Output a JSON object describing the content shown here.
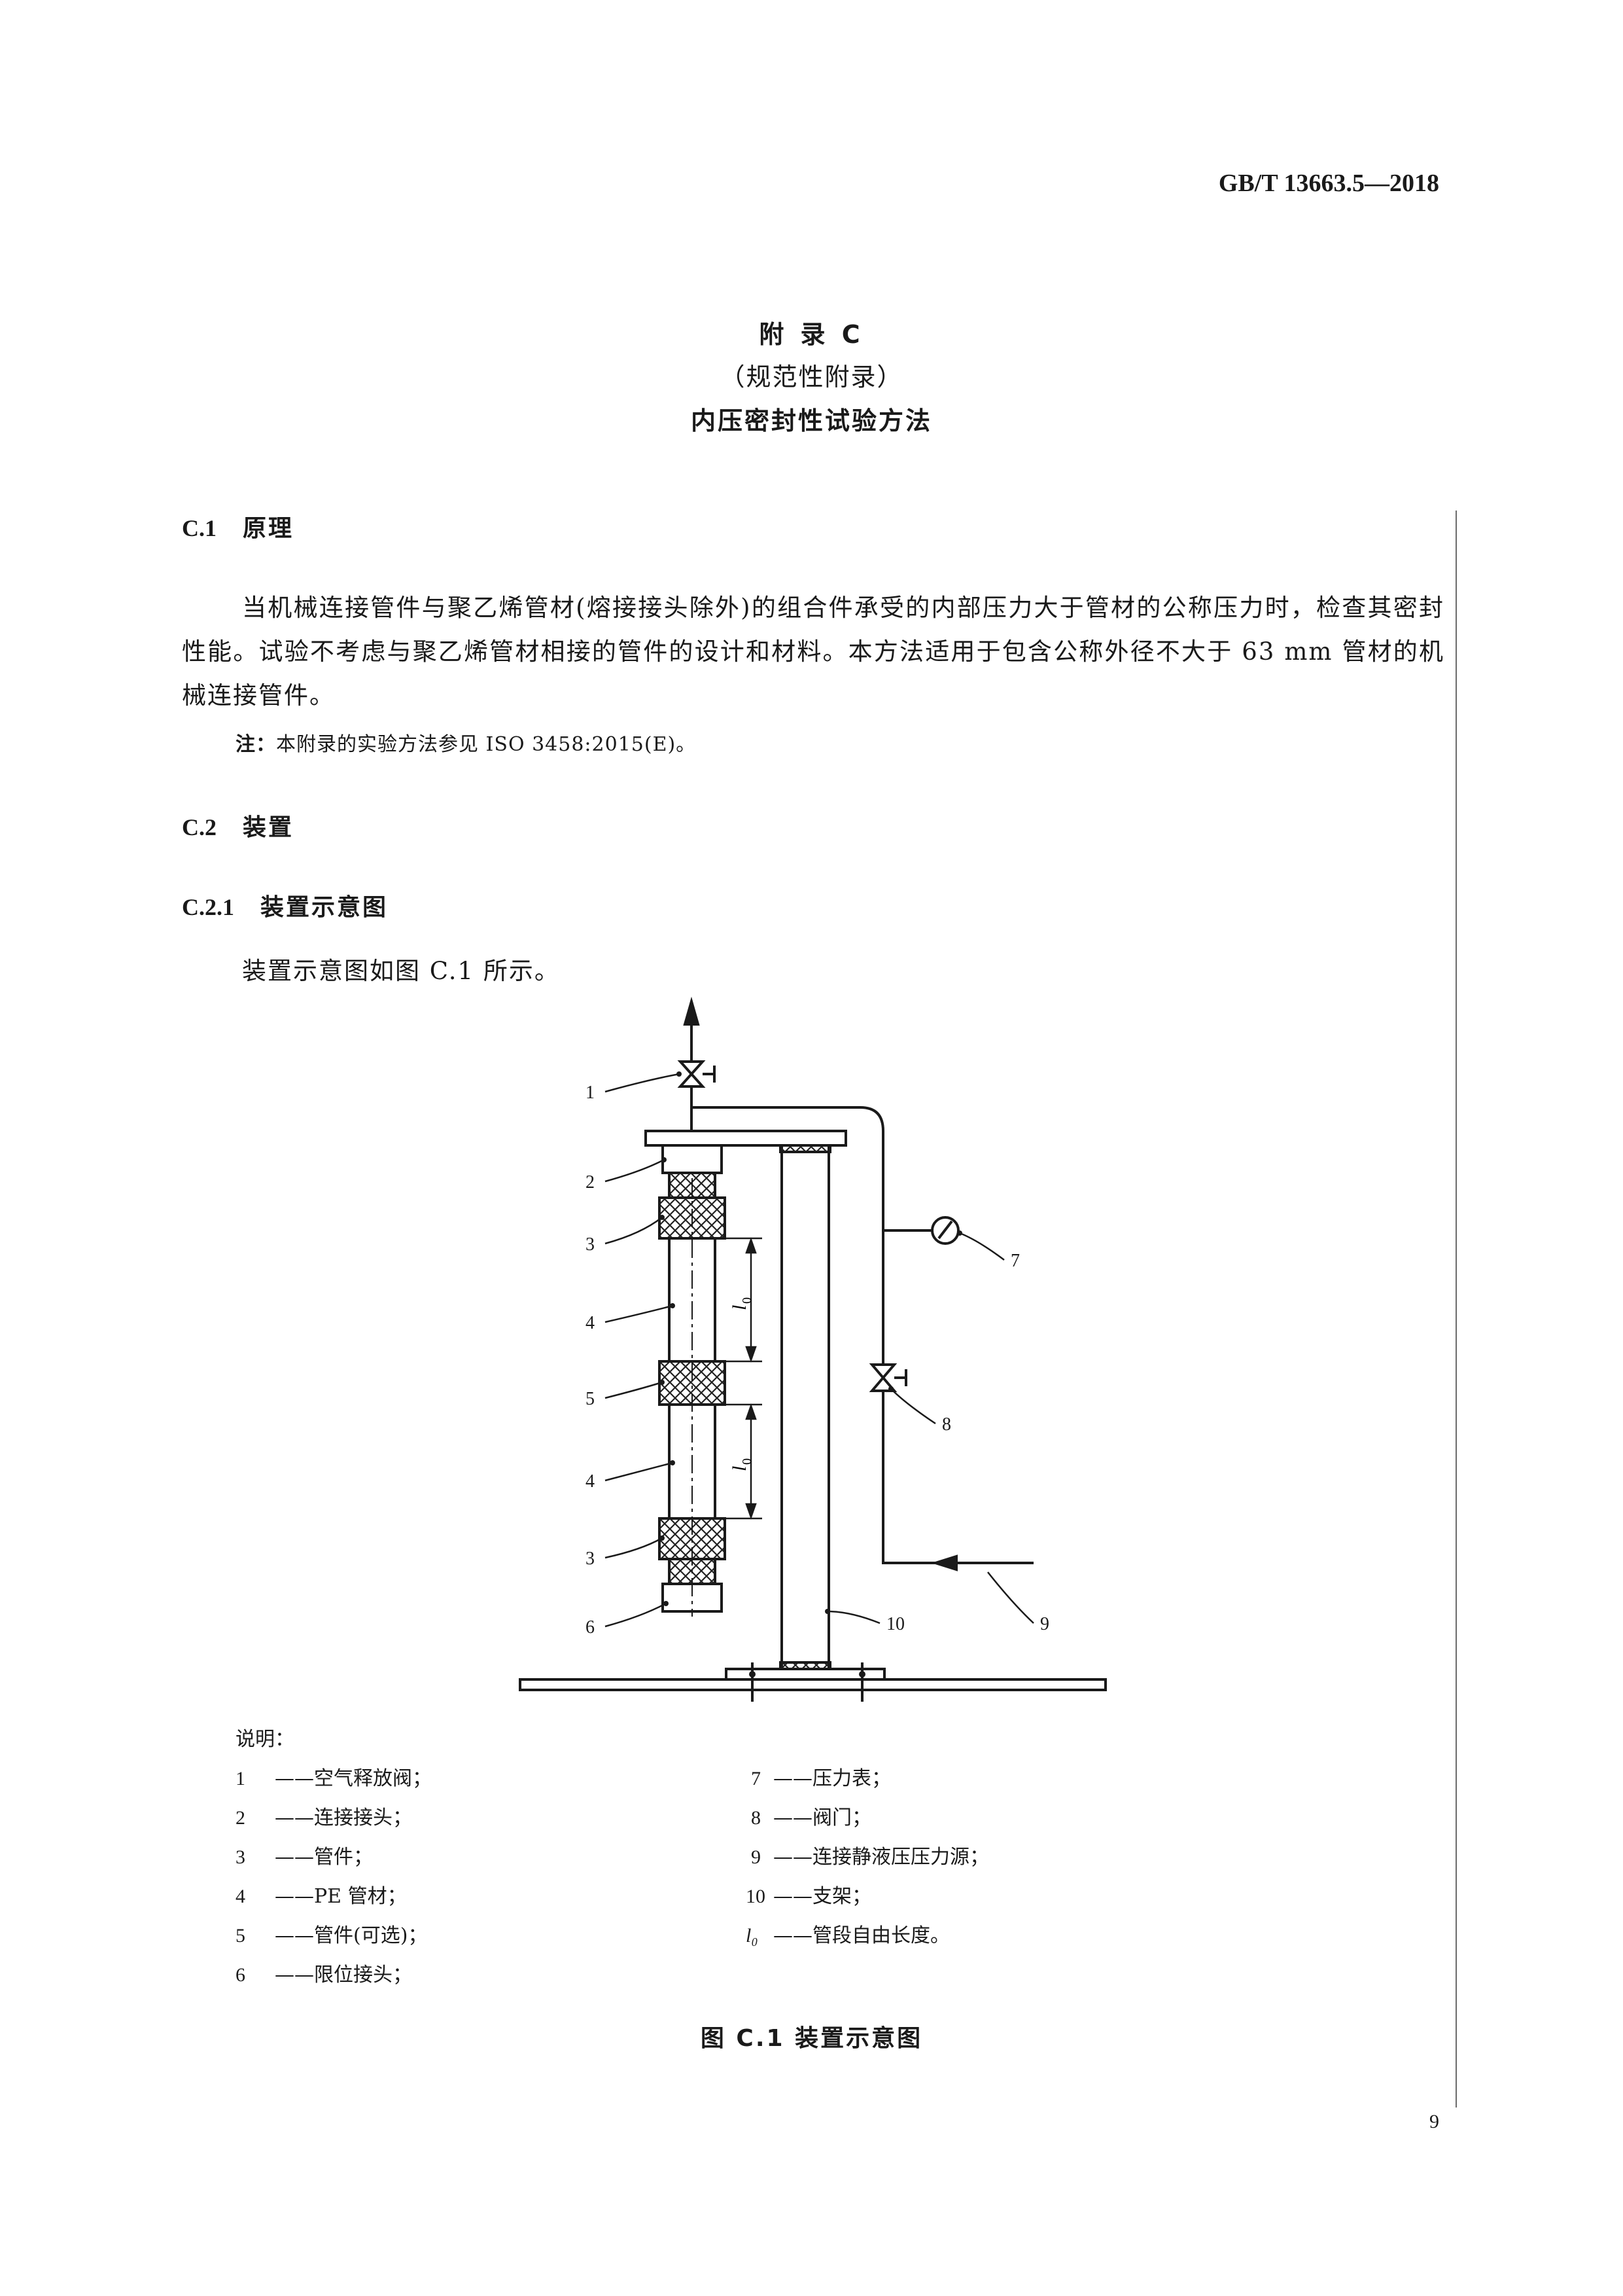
{
  "header": {
    "standard_code": "GB/T 13663.5—2018"
  },
  "annex": {
    "title": "附 录 C",
    "type": "（规范性附录）",
    "name": "内压密封性试验方法"
  },
  "sections": {
    "c1": {
      "number": "C.1",
      "title": "原理"
    },
    "c1_paragraph": "当机械连接管件与聚乙烯管材(熔接接头除外)的组合件承受的内部压力大于管材的公称压力时，检查其密封性能。试验不考虑与聚乙烯管材相接的管件的设计和材料。本方法适用于包含公称外径不大于 63 mm 管材的机械连接管件。",
    "c1_note_label": "注：",
    "c1_note_text": "本附录的实验方法参见 ISO 3458:2015(E)。",
    "c2": {
      "number": "C.2",
      "title": "装置"
    },
    "c21": {
      "number": "C.2.1",
      "title": "装置示意图"
    },
    "c21_paragraph": "装置示意图如图 C.1 所示。"
  },
  "figure": {
    "callouts": [
      "1",
      "2",
      "3",
      "4",
      "5",
      "4",
      "3",
      "6",
      "7",
      "8",
      "9",
      "10"
    ],
    "l0_symbol": "l",
    "l0_subscript": "0",
    "legend_title": "说明：",
    "legend_left": [
      {
        "key": "1",
        "text": "——空气释放阀；"
      },
      {
        "key": "2",
        "text": "——连接接头；"
      },
      {
        "key": "3",
        "text": "——管件；"
      },
      {
        "key": "4",
        "text": "——PE 管材；"
      },
      {
        "key": "5",
        "text": "——管件(可选)；"
      },
      {
        "key": "6",
        "text": "——限位接头；"
      }
    ],
    "legend_right": [
      {
        "key": "7",
        "text": "——压力表；"
      },
      {
        "key": "8",
        "text": "——阀门；"
      },
      {
        "key": "9",
        "text": "——连接静液压压力源；"
      },
      {
        "key": "10",
        "text": "——支架；"
      },
      {
        "key": "l₀",
        "text": "——管段自由长度。"
      }
    ],
    "caption": "图 C.1  装置示意图"
  },
  "footer": {
    "page_number": "9"
  }
}
